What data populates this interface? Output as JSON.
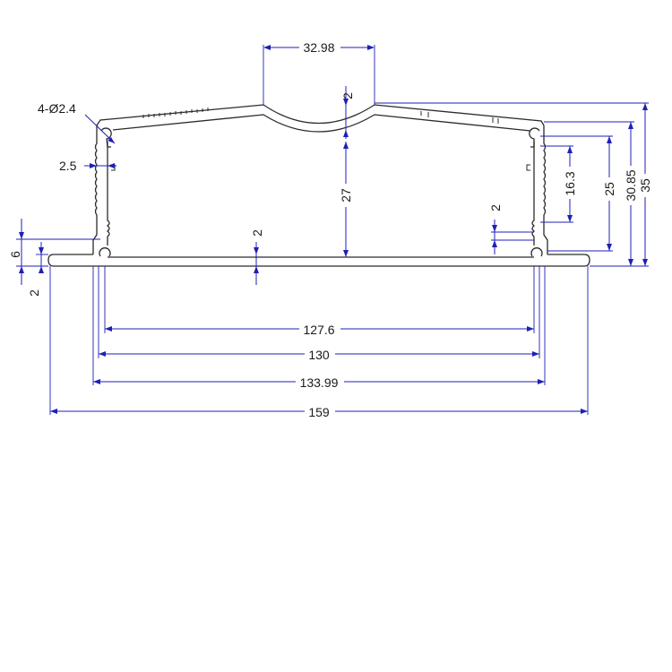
{
  "drawing": {
    "dims": {
      "top_curve_width": "32.98",
      "hole_spec": "4-Ø2.4",
      "top_wall": "2",
      "side_wall": "2.5",
      "inner_height": "27",
      "right_16": "16.3",
      "right_25": "25",
      "right_3085": "30.85",
      "right_35": "35",
      "left_6": "6",
      "left_2": "2",
      "base_2": "2",
      "right_slot_2": "2",
      "w_1276": "127.6",
      "w_130": "130",
      "w_13399": "133.99",
      "w_159": "159"
    }
  }
}
